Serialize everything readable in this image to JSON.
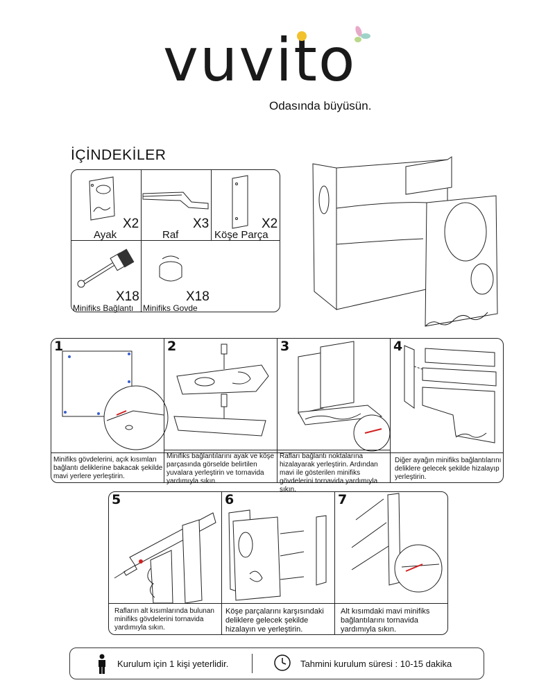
{
  "brand": {
    "logo_text": "vuvito",
    "tagline": "Odasında büyüsün.",
    "dot_colors": [
      "#f2c12e",
      "#e8a9c9",
      "#9fd3c7",
      "#b9d88a"
    ]
  },
  "contents": {
    "title": "İÇİNDEKİLER",
    "parts": [
      {
        "name": "Ayak",
        "qty": "X2"
      },
      {
        "name": "Raf",
        "qty": "X3"
      },
      {
        "name": "Köşe Parça",
        "qty": "X2"
      },
      {
        "name": "Minifiks Bağlantı",
        "qty": "X18"
      },
      {
        "name": "Minifiks Govde",
        "qty": "X18"
      }
    ]
  },
  "steps": [
    {
      "number": "1",
      "caption": "Minifiks gövdelerini, açık kısımları bağlantı deliklerine bakacak şekilde mavi yerlere yerleştirin."
    },
    {
      "number": "2",
      "caption": "Minifiks bağlantılarını ayak ve köşe parçasında görselde belirtilen yuvalara yerleştirin ve tornavida yardımıyla sıkın."
    },
    {
      "number": "3",
      "caption": "Rafları bağlantı noktalarına hizalayarak yerleştirin. Ardından mavi ile gösterilen minifiks gövdelerini tornavida yardımıyla sıkın."
    },
    {
      "number": "4",
      "caption": "Diğer ayağın minifiks bağlantılarını deliklere gelecek şekilde hizalayıp yerleştirin."
    },
    {
      "number": "5",
      "caption": "Rafların alt kısımlarında bulunan minifiks gövdelerini tornavida yardımıyla sıkın."
    },
    {
      "number": "6",
      "caption": "Köşe parçalarını karşısındaki deliklere gelecek şekilde hizalayın ve yerleştirin."
    },
    {
      "number": "7",
      "caption": "Alt kısımdaki mavi minifiks bağlantılarını tornavida yardımıyla sıkın."
    }
  ],
  "footer": {
    "people_text": "Kurulum için 1 kişi yeterlidir.",
    "time_text": "Tahmini kurulum süresi : 10-15 dakika",
    "person_icon": "person-icon",
    "clock_icon": "clock-icon"
  },
  "colors": {
    "accent_blue": "#3a5fcd",
    "accent_red": "#d22020"
  }
}
